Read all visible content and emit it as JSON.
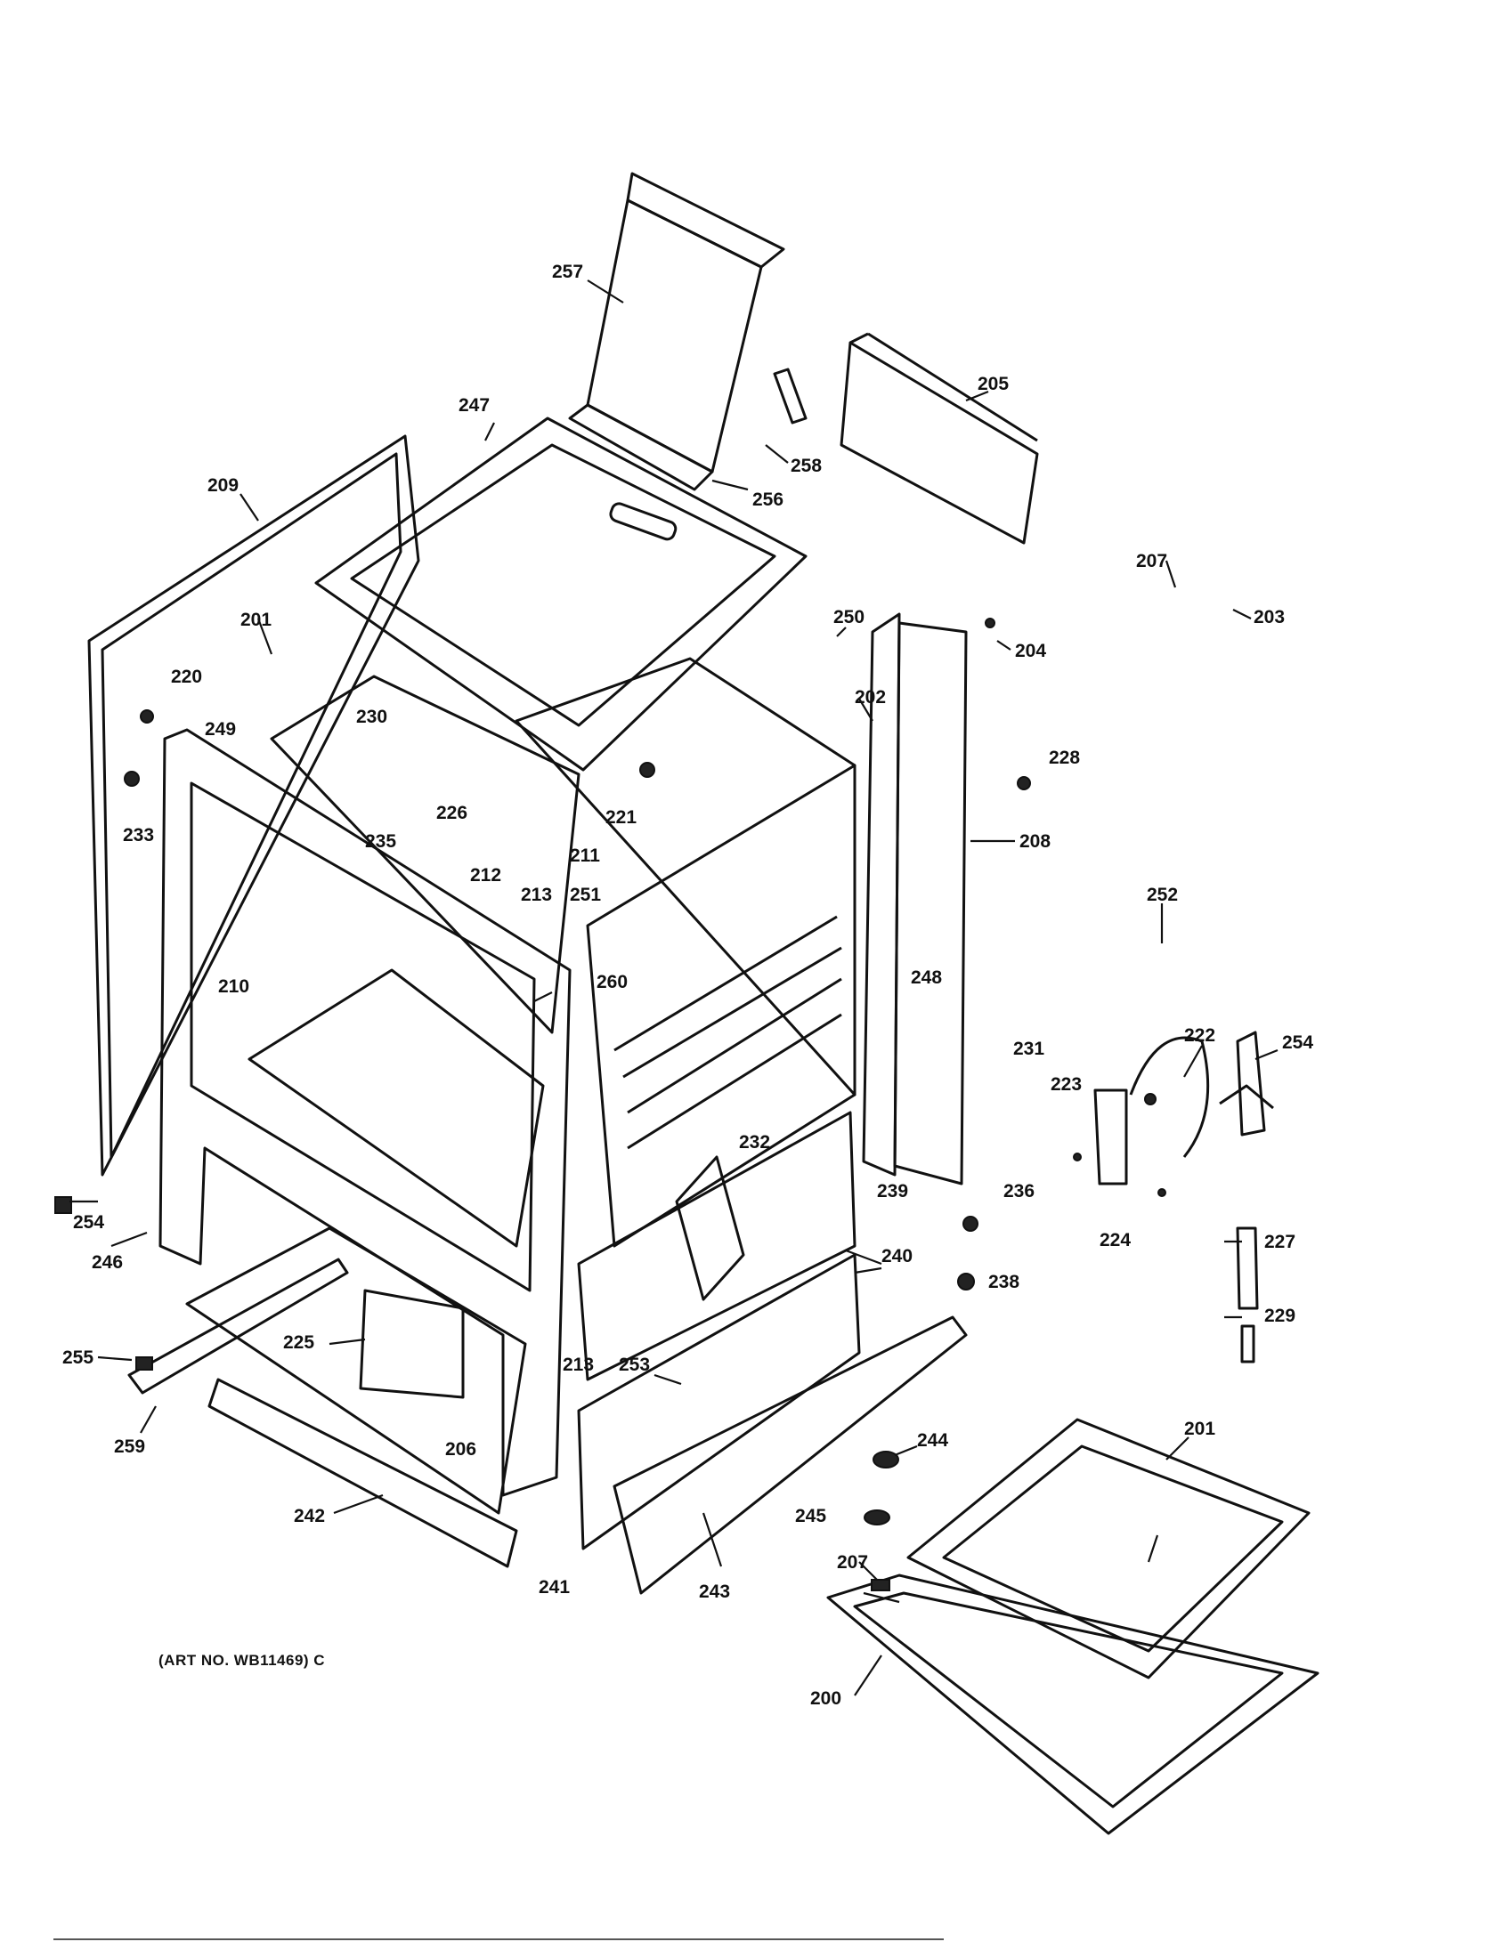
{
  "art_number": "(ART NO. WB11469) C",
  "callouts": [
    "257",
    "258",
    "205",
    "247",
    "256",
    "209",
    "207",
    "203",
    "201",
    "250",
    "204",
    "220",
    "202",
    "249",
    "230",
    "228",
    "226",
    "221",
    "233",
    "235",
    "211",
    "212",
    "251",
    "208",
    "213",
    "260",
    "248",
    "252",
    "210",
    "222",
    "254",
    "231",
    "223",
    "232",
    "239",
    "236",
    "254",
    "224",
    "227",
    "246",
    "240",
    "238",
    "255",
    "225",
    "253",
    "229",
    "213",
    "244",
    "259",
    "206",
    "201",
    "242",
    "241",
    "245",
    "243",
    "207",
    "200"
  ]
}
